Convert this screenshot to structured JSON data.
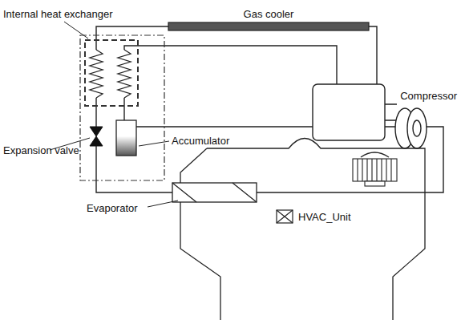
{
  "diagram": {
    "labels": [
      "Gas cooler",
      "Internal heat exchanger",
      "Compressor",
      "Accumulator",
      "Expansion valve",
      "Evaporator",
      "HVAC_Unit"
    ]
  }
}
